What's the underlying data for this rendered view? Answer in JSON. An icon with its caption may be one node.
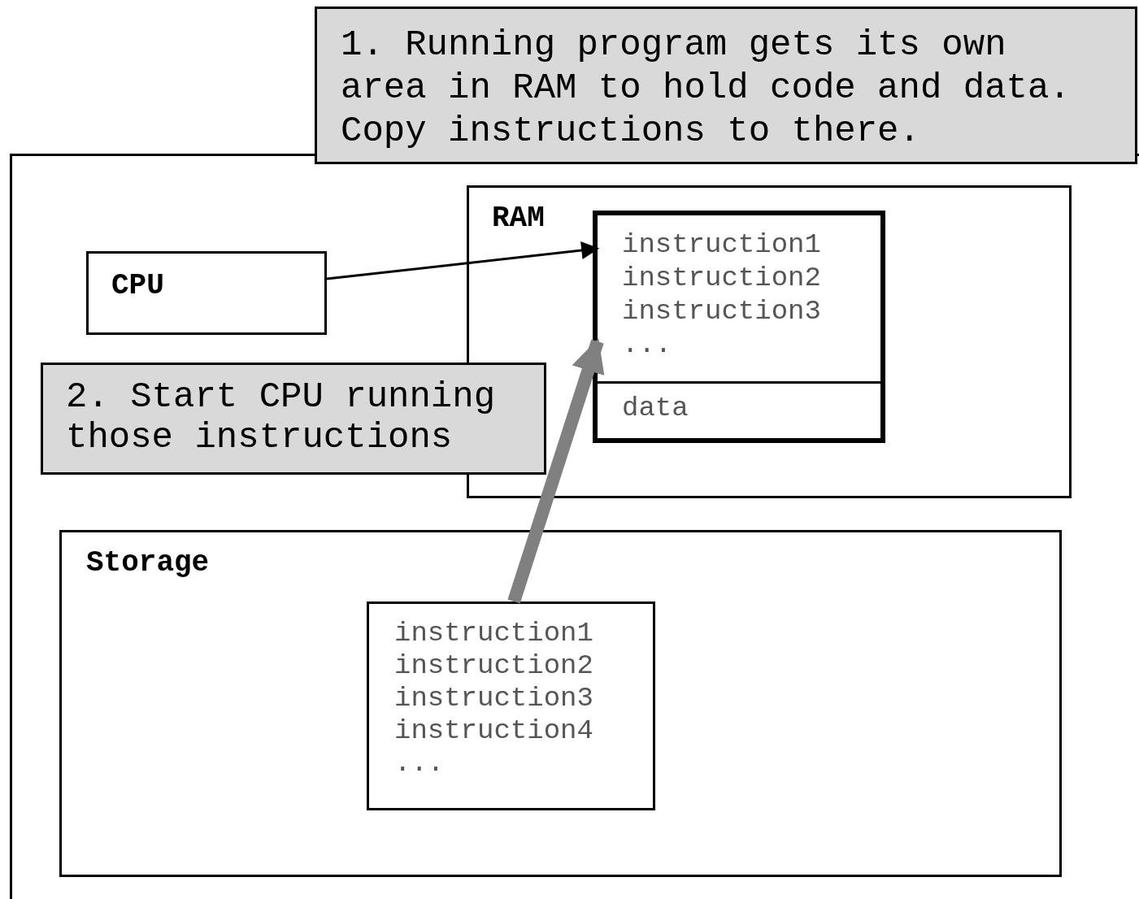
{
  "diagram": {
    "nodes": [
      {
        "text": [],
        "shape": "box"
      },
      {
        "text": [
          "1. Running program gets its own area in RAM to hold code and data. Copy instructions to there."
        ]
      },
      {
        "text": [
          "RAM"
        ],
        "in": 0
      },
      {
        "text": [
          "CPU"
        ],
        "in": 0
      },
      {
        "text": [],
        "shape": "box",
        "in": 2
      },
      {
        "text": [
          "instruction1",
          "instruction2",
          "instruction3",
          "..."
        ],
        "in": 4
      },
      {
        "text": [
          "data"
        ],
        "in": 4
      },
      {
        "text": [
          "2. Start CPU running those instructions"
        ],
        "in": 0
      },
      {
        "text": [
          "Storage"
        ],
        "in": 0
      },
      {
        "text": [
          "instruction1",
          "instruction2",
          "instruction3",
          "instruction4",
          "..."
        ],
        "in": 8
      }
    ],
    "edges": [
      {
        "from": 3,
        "to": 5,
        "arrow": "to"
      },
      {
        "from": 9,
        "to": 5,
        "arrow": "to",
        "style": "thick",
        "color": "#808080"
      }
    ]
  }
}
